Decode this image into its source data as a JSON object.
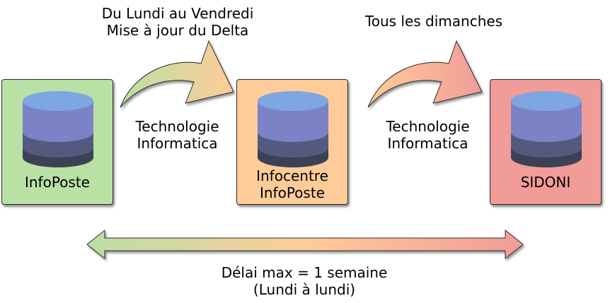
{
  "stores": [
    {
      "label": "InfoPoste",
      "color": "#b9e0a5"
    },
    {
      "label": "Infocentre InfoPoste",
      "label_lines": [
        "Infocentre",
        "InfoPoste"
      ],
      "color": "#ffcc99"
    },
    {
      "label": "SIDONI",
      "color": "#f19c99"
    }
  ],
  "transfers": [
    {
      "schedule_lines": [
        "Du Lundi au Vendredi",
        "Mise à jour du Delta"
      ],
      "technology_lines": [
        "Technologie",
        "Informatica"
      ]
    },
    {
      "schedule_lines": [
        "Tous les dimanches"
      ],
      "technology_lines": [
        "Technologie",
        "Informatica"
      ]
    }
  ],
  "timeline": {
    "lines": [
      "Délai max = 1 semaine",
      "(Lundi à lundi)"
    ]
  },
  "colors": {
    "green": "#b9e0a5",
    "orange": "#ffcc99",
    "red": "#f19c99",
    "db_top": "#7ea6e0",
    "db_mid1": "#7b83c6",
    "db_mid2": "#545a7d",
    "db_bottom": "#3c4156"
  }
}
